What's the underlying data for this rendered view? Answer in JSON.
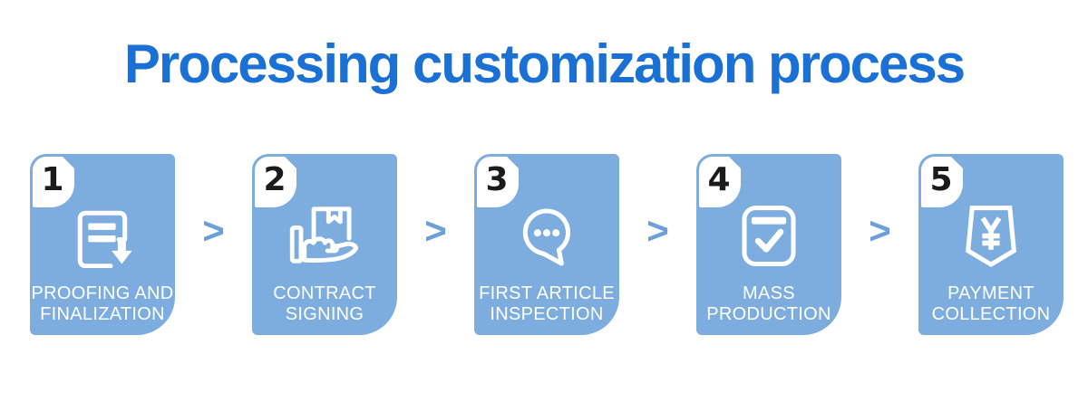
{
  "title": "Processing customization process",
  "separator": {
    "symbol": ">"
  },
  "colors": {
    "card_blue": "#7dacdf",
    "title_blue": "#1a70d4",
    "chevron_blue": "#6da0d8",
    "number_black": "#1b1b1b",
    "icon_and_label_white": "#ffffff"
  },
  "steps": [
    {
      "number": "1",
      "label_line1": "PROOFING AND",
      "label_line2": "FINALIZATION",
      "icon": "document-download-icon"
    },
    {
      "number": "2",
      "label_line1": "CONTRACT",
      "label_line2": "SIGNING",
      "icon": "hand-holding-box-icon"
    },
    {
      "number": "3",
      "label_line1": "FIRST ARTICLE",
      "label_line2": "INSPECTION",
      "icon": "chat-bubble-icon"
    },
    {
      "number": "4",
      "label_line1": "MASS",
      "label_line2": "PRODUCTION",
      "icon": "production-check-icon"
    },
    {
      "number": "5",
      "label_line1": "PAYMENT",
      "label_line2": "COLLECTION",
      "icon": "payment-banner-icon"
    }
  ]
}
